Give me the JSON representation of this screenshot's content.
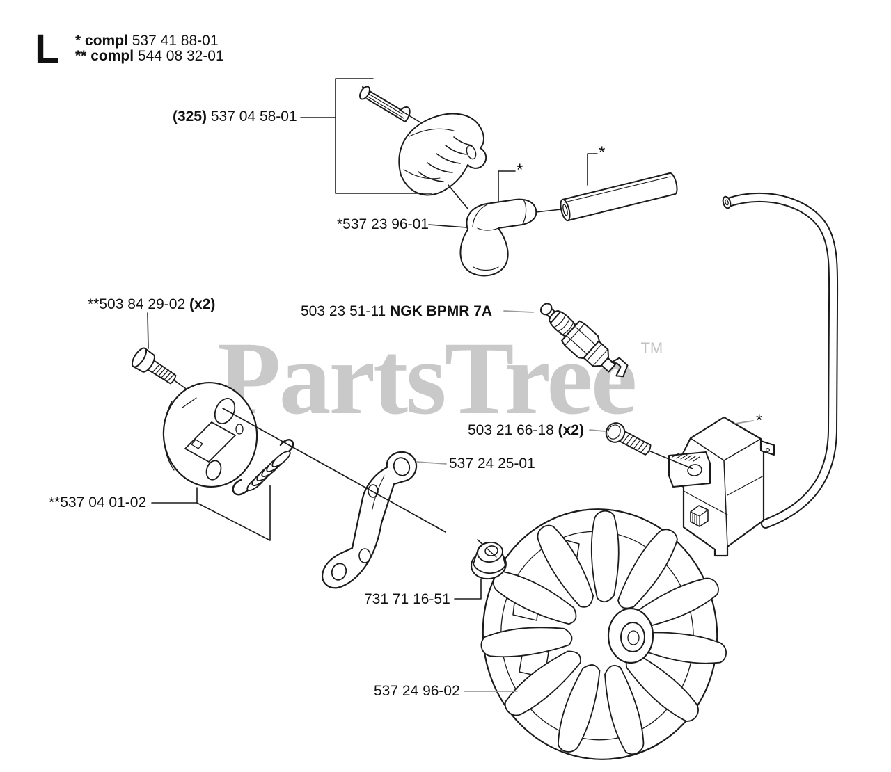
{
  "page": {
    "section_letter": "L"
  },
  "notes": {
    "note1": {
      "prefix": "*",
      "word": "compl",
      "number": "537 41 88-01"
    },
    "note2": {
      "prefix": "**",
      "word": "compl",
      "number": "544 08 32-01"
    }
  },
  "watermark": {
    "text": "PartsTree",
    "tm": "TM"
  },
  "labels": {
    "boot_cover": {
      "bold": "(325)",
      "number": "537 04 58-01"
    },
    "plug_cap": {
      "number": "*537 23 96-01"
    },
    "clutch_screw": {
      "number": "**503 84 29-02",
      "bold": "(x2)"
    },
    "spark_plug": {
      "number": "503 23 51-11",
      "bold": "NGK BPMR 7A"
    },
    "module_screw": {
      "number": "503 21 66-18",
      "bold": "(x2)"
    },
    "link_arm": {
      "number": "537 24 25-01"
    },
    "clutch": {
      "number": "**537 04 01-02"
    },
    "flange_nut": {
      "number": "731 71 16-51"
    },
    "flywheel": {
      "number": "537 24 96-02"
    },
    "asterisk_cap": "*",
    "asterisk_tube": "*",
    "asterisk_module": "*"
  },
  "colors": {
    "line": "#1b1b1b",
    "leader_gray": "#9b9b9b",
    "watermark": "#c9c9c9",
    "text": "#111111"
  }
}
